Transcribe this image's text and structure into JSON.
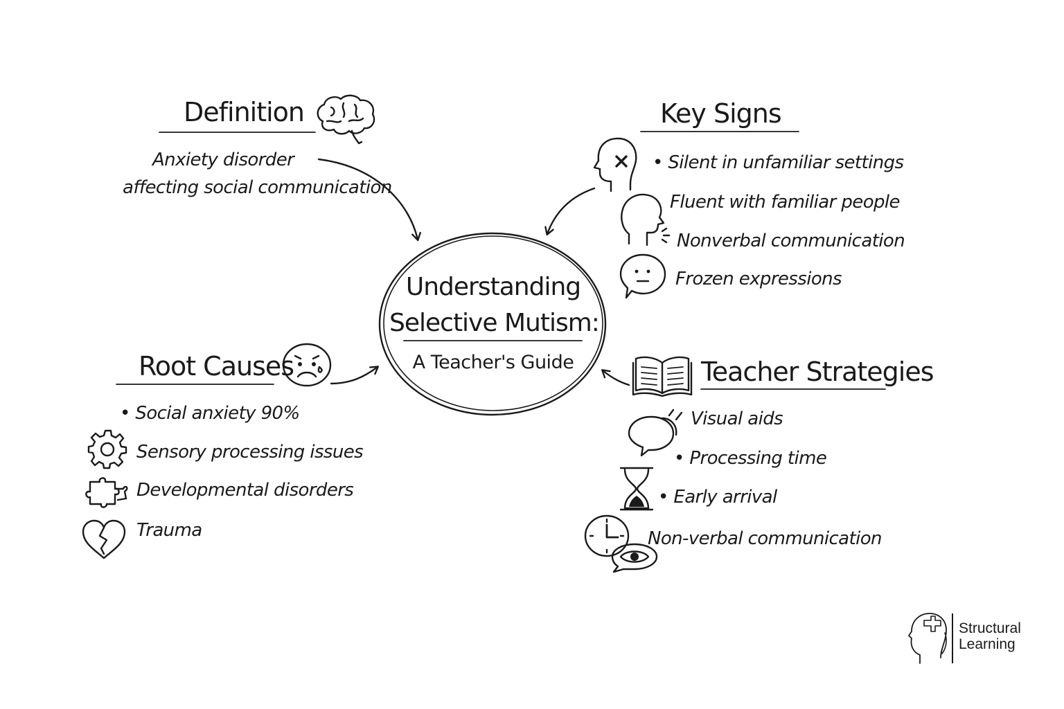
{
  "center": {
    "title_line1": "Understanding",
    "title_line2": "Selective Mutism:",
    "subtitle": "A Teacher's Guide"
  },
  "definition": {
    "heading": "Definition",
    "text_line1": "Anxiety disorder",
    "text_line2": "affecting social communication",
    "icon": "brain-icon"
  },
  "key_signs": {
    "heading": "Key Signs",
    "items": [
      "• Silent in unfamiliar settings",
      "Fluent with familiar people",
      "Nonverbal communication",
      "Frozen expressions"
    ],
    "icons": [
      "muted-head-icon",
      "speaking-head-icon",
      "neutral-face-bubble-icon"
    ]
  },
  "root_causes": {
    "heading": "Root Causes",
    "items": [
      "• Social anxiety 90%",
      "Sensory processing issues",
      "Developmental disorders",
      "Trauma"
    ],
    "icons": [
      "worried-face-icon",
      "gear-icon",
      "puzzle-icon",
      "broken-heart-icon"
    ]
  },
  "teacher_strategies": {
    "heading": "Teacher Strategies",
    "items": [
      "Visual aids",
      "• Processing time",
      "• Early arrival",
      "Non-verbal communication"
    ],
    "icons": [
      "open-book-icon",
      "speech-bubble-icon",
      "hourglass-icon",
      "clock-icon",
      "eye-bubble-icon"
    ]
  },
  "brand": {
    "line1": "Structural",
    "line2": "Learning",
    "icon": "head-puzzle-logo-icon"
  }
}
